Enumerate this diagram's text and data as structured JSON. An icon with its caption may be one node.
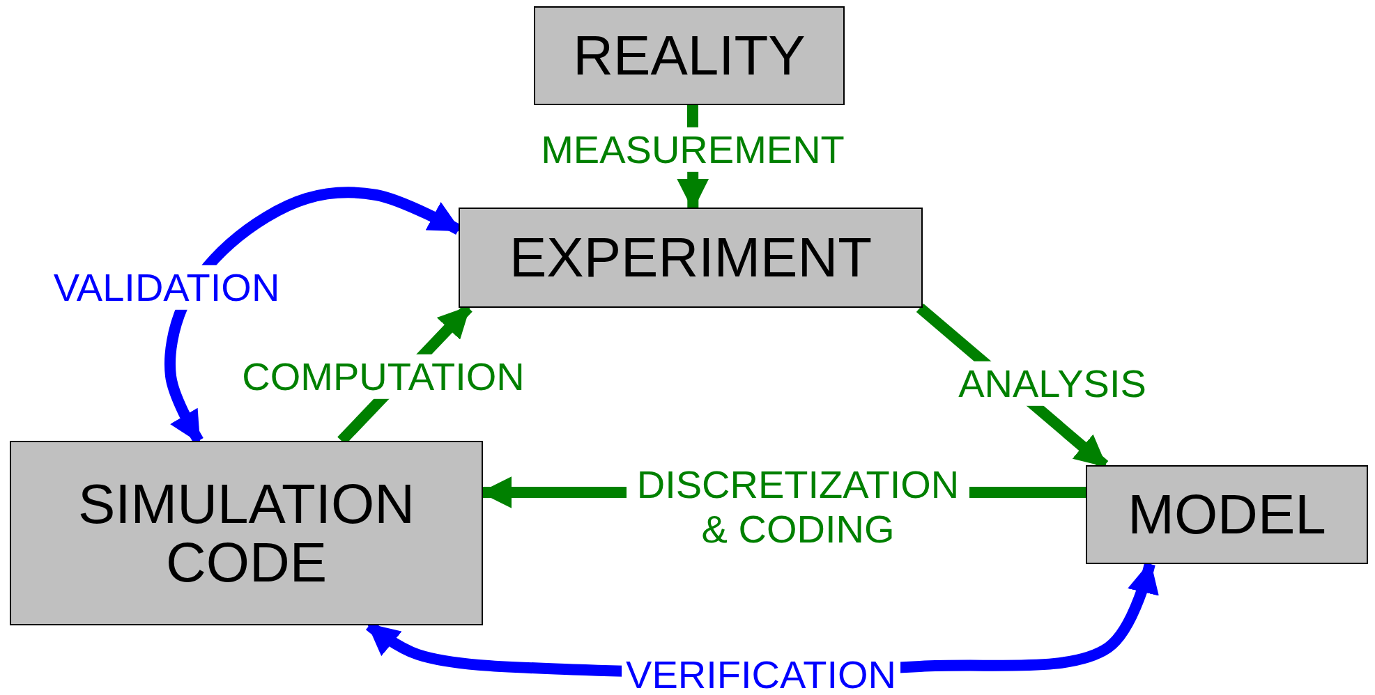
{
  "diagram": {
    "nodes": [
      {
        "text": [
          "REALITY"
        ]
      },
      {
        "text": [
          "EXPERIMENT"
        ]
      },
      {
        "text": [
          "SIMULATION CODE"
        ]
      },
      {
        "text": [
          "MODEL"
        ]
      }
    ],
    "edges": [
      {
        "from": 0,
        "to": 1,
        "arrow": "to",
        "label": "MEASUREMENT"
      },
      {
        "from": 1,
        "to": 3,
        "arrow": "to",
        "label": "ANALYSIS"
      },
      {
        "from": 3,
        "to": 2,
        "arrow": "to",
        "label": "DISCRETIZATION & CODING"
      },
      {
        "from": 2,
        "to": 1,
        "arrow": "to",
        "label": "COMPUTATION"
      },
      {
        "from": 2,
        "to": 1,
        "arrow": "both",
        "label": "VALIDATION",
        "color": "#0000ff"
      },
      {
        "from": 2,
        "to": 3,
        "arrow": "both",
        "label": "VERIFICATION",
        "color": "#0000ff"
      }
    ]
  }
}
